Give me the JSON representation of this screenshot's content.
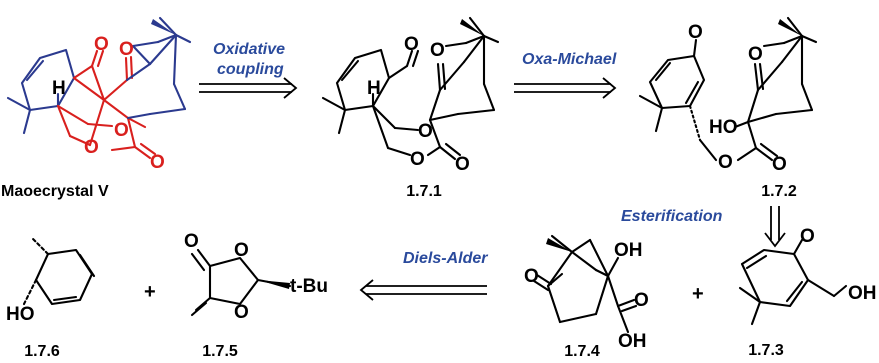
{
  "colors": {
    "step_text": "#2a4a9c",
    "target_red": "#d9201e",
    "target_blue": "#2b3a8f",
    "bond_black": "#000000"
  },
  "compounds": [
    {
      "id": "maoecrystal-v",
      "label": "Maoecrystal V"
    },
    {
      "id": "c171",
      "label": "1.7.1"
    },
    {
      "id": "c172",
      "label": "1.7.2"
    },
    {
      "id": "c173",
      "label": "1.7.3"
    },
    {
      "id": "c174",
      "label": "1.7.4"
    },
    {
      "id": "c175",
      "label": "1.7.5"
    },
    {
      "id": "c176",
      "label": "1.7.6"
    }
  ],
  "steps": [
    {
      "id": "oxidative-coupling",
      "lines": [
        "Oxidative",
        "coupling"
      ]
    },
    {
      "id": "oxa-michael",
      "lines": [
        "Oxa-Michael"
      ]
    },
    {
      "id": "esterification",
      "lines": [
        "Esterification"
      ]
    },
    {
      "id": "diels-alder",
      "lines": [
        "Diels-Alder"
      ]
    }
  ],
  "atoms": {
    "O": "O",
    "H": "H",
    "HO": "HO",
    "OH": "OH",
    "tBu": "t-Bu"
  },
  "plus": "+"
}
